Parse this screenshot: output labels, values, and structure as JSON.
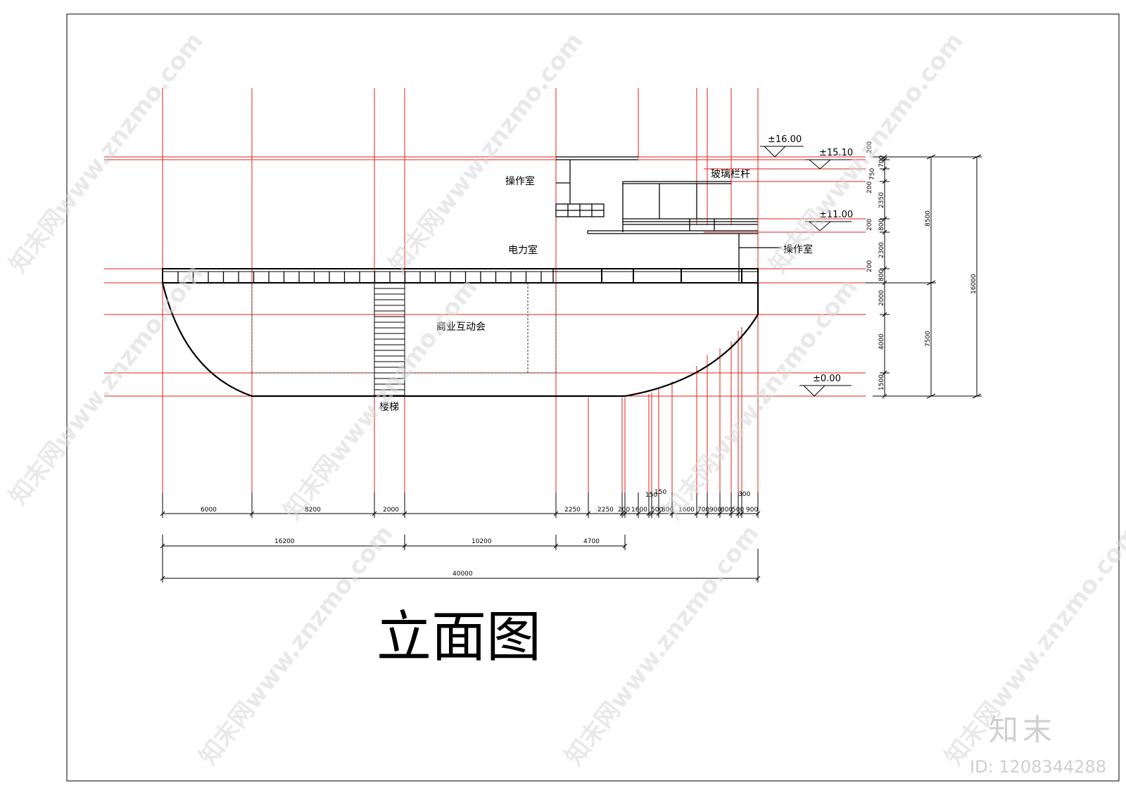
{
  "drawing_title": "立面图",
  "rooms": {
    "operation_room_top": "操作室",
    "glass_railing": "玻璃栏杆",
    "power_room": "电力室",
    "operation_room_right": "操作室",
    "commerce_hall": "商业互动会",
    "stairs": "楼梯"
  },
  "elevations": [
    "±16.00",
    "±15.10",
    "±11.00",
    "±0.00"
  ],
  "dims_bottom_row1": [
    "6000",
    "8200",
    "2000",
    "2250",
    "2250",
    "200",
    "1600",
    "150",
    "150",
    "500",
    "800",
    "1600",
    "700",
    "900",
    "800",
    "500",
    "300",
    "900"
  ],
  "dims_bottom_row2": [
    "16200",
    "10200",
    "4700"
  ],
  "dims_total": "40000",
  "dims_right_small": [
    "200",
    "700",
    "750",
    "200",
    "2350",
    "200",
    "800",
    "2300",
    "200",
    "800",
    "2000",
    "4000",
    "1500"
  ],
  "dims_right_mid": [
    "8500",
    "7500"
  ],
  "dims_right_total": "16000",
  "watermark": {
    "text": "知末网www.znzmo.com",
    "brand": "知末",
    "id": "ID: 1208344288"
  },
  "colors": {
    "grid_lines": "#e0201a",
    "lines": "#000000"
  }
}
